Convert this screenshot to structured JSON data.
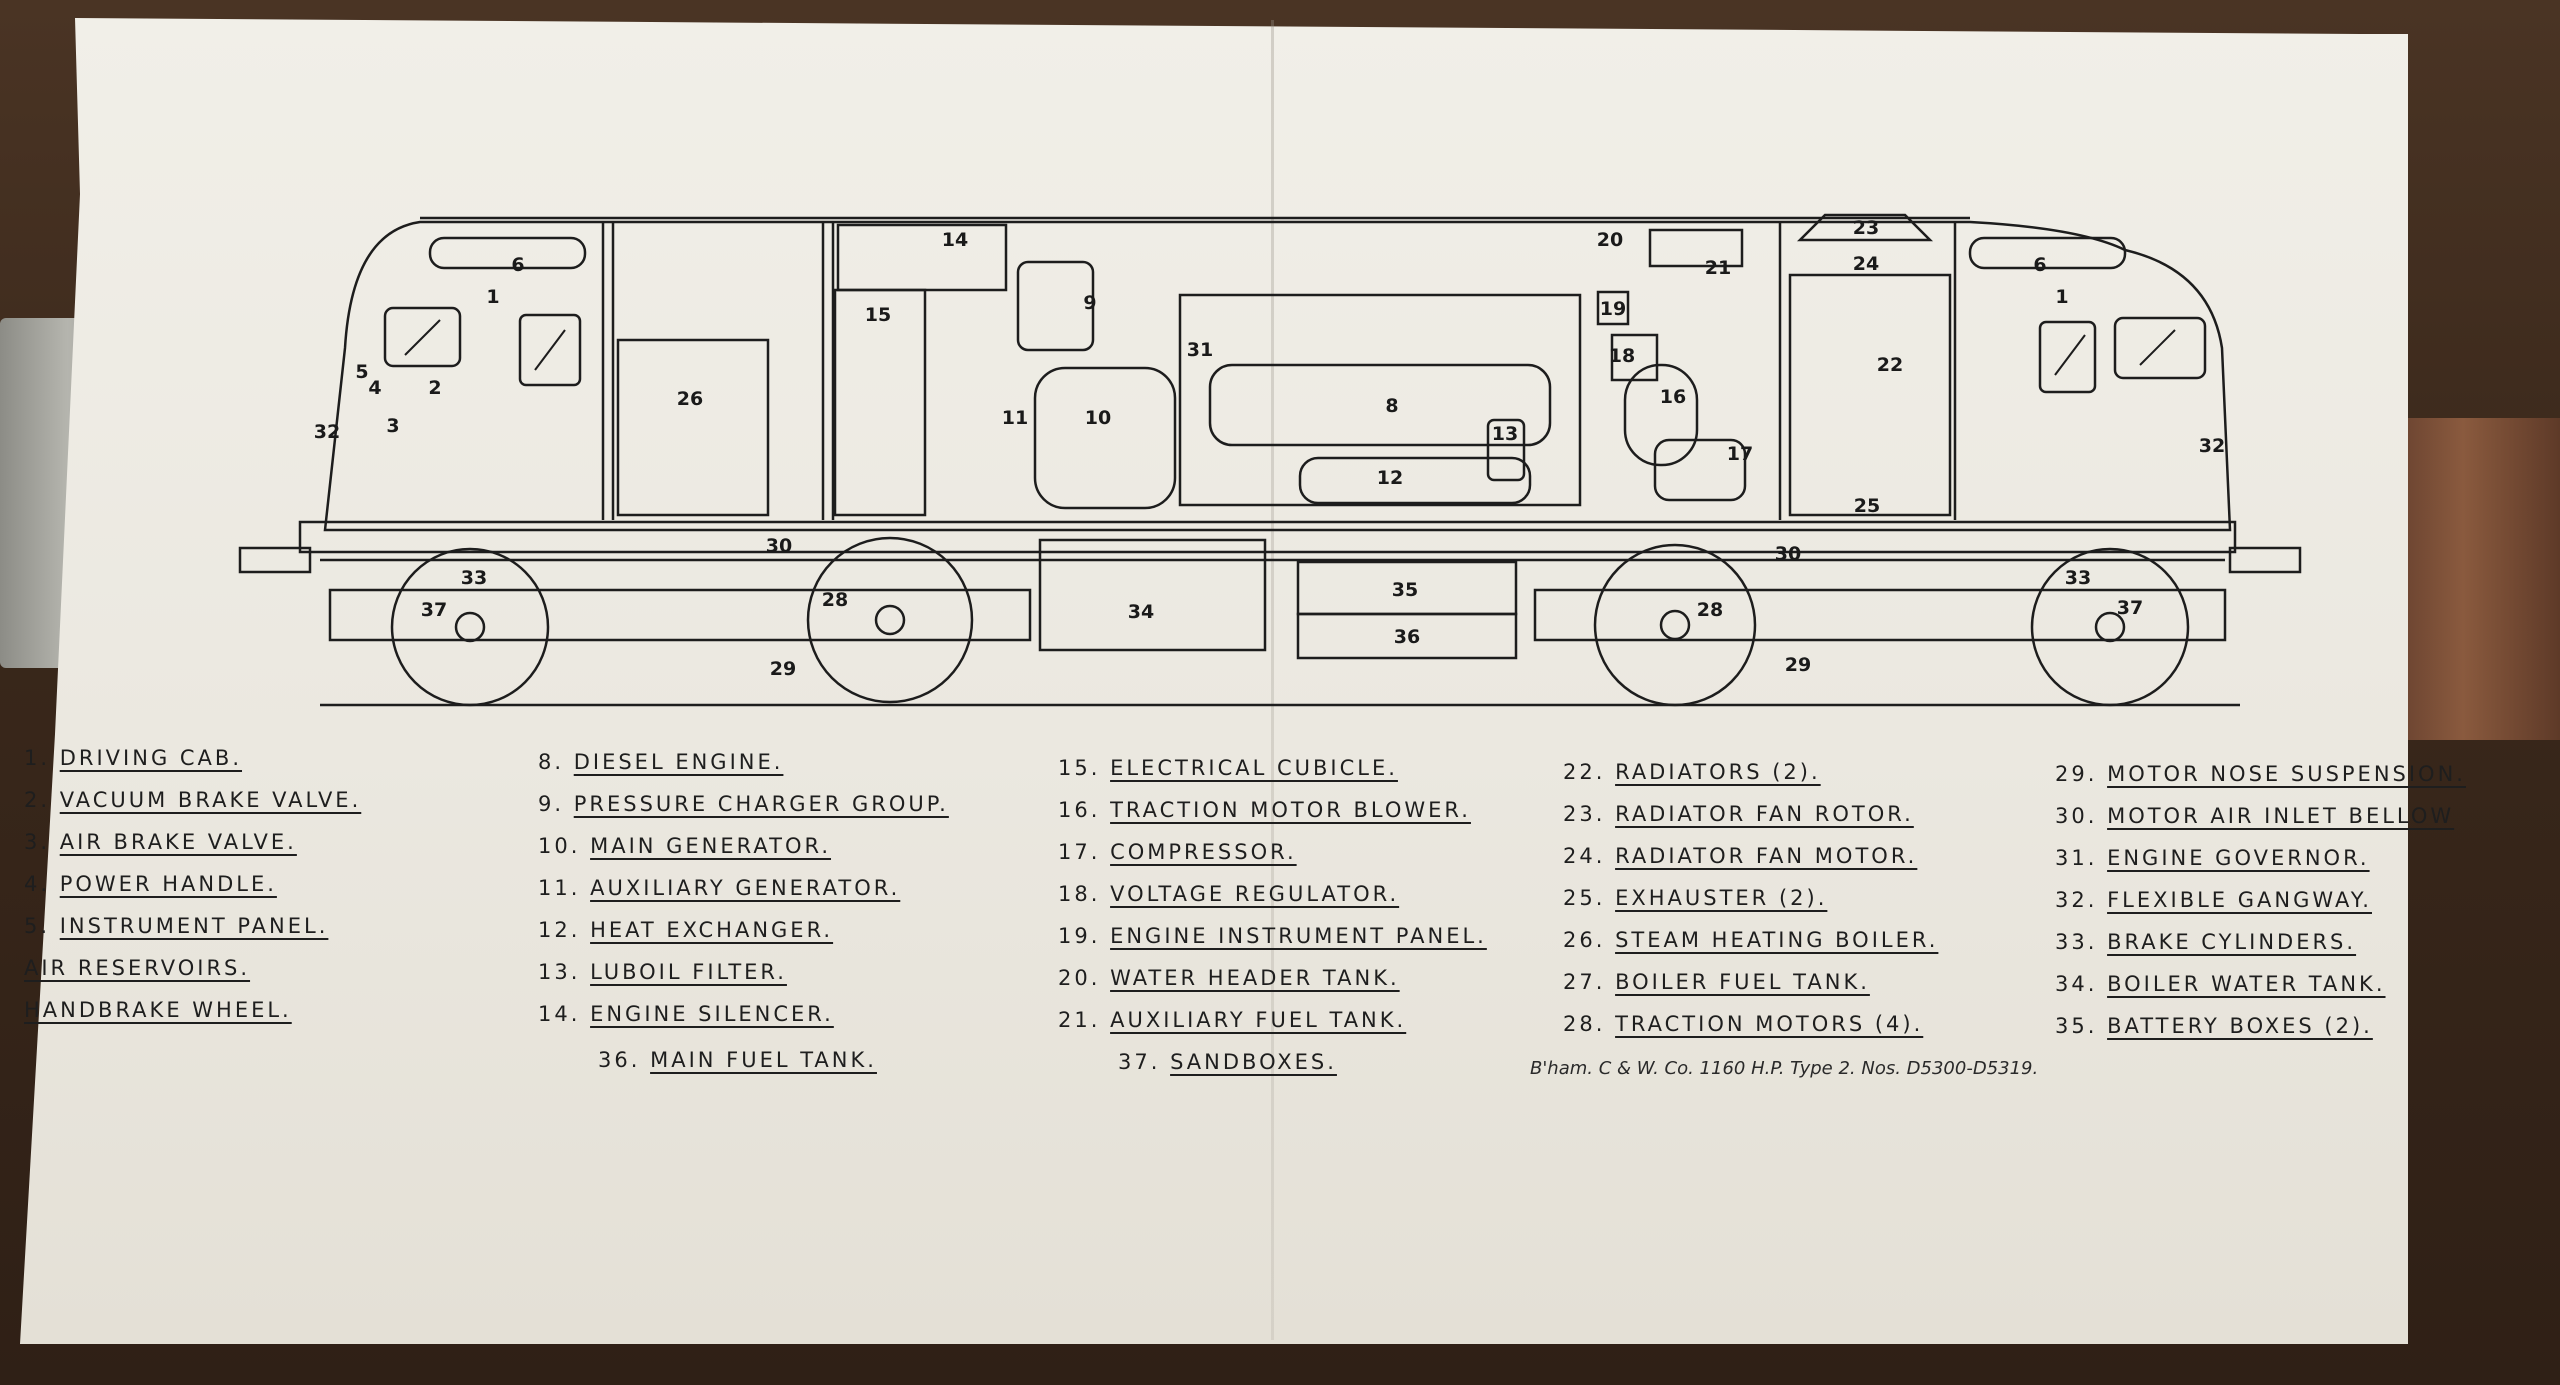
{
  "drawing": {
    "caption": "B'ham. C & W. Co. 1160 H.P. Type 2. Nos. D5300-D5319."
  },
  "part_labels": [
    {
      "text": "1"
    },
    {
      "text": "1"
    },
    {
      "text": "3"
    },
    {
      "text": "4"
    },
    {
      "text": "2"
    },
    {
      "text": "5"
    },
    {
      "text": "6"
    },
    {
      "text": "6"
    },
    {
      "text": "8"
    },
    {
      "text": "9"
    },
    {
      "text": "10"
    },
    {
      "text": "11"
    },
    {
      "text": "12"
    },
    {
      "text": "13"
    },
    {
      "text": "14"
    },
    {
      "text": "15"
    },
    {
      "text": "16"
    },
    {
      "text": "17"
    },
    {
      "text": "18"
    },
    {
      "text": "19"
    },
    {
      "text": "20"
    },
    {
      "text": "21"
    },
    {
      "text": "22"
    },
    {
      "text": "23"
    },
    {
      "text": "24"
    },
    {
      "text": "25"
    },
    {
      "text": "26"
    },
    {
      "text": "28"
    },
    {
      "text": "28"
    },
    {
      "text": "29"
    },
    {
      "text": "29"
    },
    {
      "text": "30"
    },
    {
      "text": "30"
    },
    {
      "text": "31"
    },
    {
      "text": "32"
    },
    {
      "text": "32"
    },
    {
      "text": "33"
    },
    {
      "text": "33"
    },
    {
      "text": "34"
    },
    {
      "text": "35"
    },
    {
      "text": "36"
    },
    {
      "text": "37"
    },
    {
      "text": "37"
    }
  ],
  "key": [
    {
      "num": "1.",
      "label": "DRIVING CAB."
    },
    {
      "num": "2.",
      "label": "VACUUM BRAKE VALVE."
    },
    {
      "num": "3.",
      "label": "AIR BRAKE VALVE."
    },
    {
      "num": "4.",
      "label": "POWER HANDLE."
    },
    {
      "num": "5.",
      "label": "INSTRUMENT PANEL."
    },
    {
      "num": "",
      "label": "AIR RESERVOIRS."
    },
    {
      "num": "",
      "label": "HANDBRAKE WHEEL."
    },
    {
      "num": "8.",
      "label": "DIESEL ENGINE."
    },
    {
      "num": "9.",
      "label": "PRESSURE CHARGER GROUP."
    },
    {
      "num": "10.",
      "label": "MAIN GENERATOR."
    },
    {
      "num": "11.",
      "label": "AUXILIARY GENERATOR."
    },
    {
      "num": "12.",
      "label": "HEAT EXCHANGER."
    },
    {
      "num": "13.",
      "label": "LUBOIL FILTER."
    },
    {
      "num": "14.",
      "label": "ENGINE SILENCER."
    },
    {
      "num": "36.",
      "label": "MAIN FUEL TANK."
    },
    {
      "num": "15.",
      "label": "ELECTRICAL CUBICLE."
    },
    {
      "num": "16.",
      "label": "TRACTION MOTOR BLOWER."
    },
    {
      "num": "17.",
      "label": "COMPRESSOR."
    },
    {
      "num": "18.",
      "label": "VOLTAGE REGULATOR."
    },
    {
      "num": "19.",
      "label": "ENGINE INSTRUMENT PANEL."
    },
    {
      "num": "20.",
      "label": "WATER HEADER TANK."
    },
    {
      "num": "21.",
      "label": "AUXILIARY FUEL TANK."
    },
    {
      "num": "37.",
      "label": "SANDBOXES."
    },
    {
      "num": "22.",
      "label": "RADIATORS (2)."
    },
    {
      "num": "23.",
      "label": "RADIATOR FAN ROTOR."
    },
    {
      "num": "24.",
      "label": "RADIATOR FAN MOTOR."
    },
    {
      "num": "25.",
      "label": "EXHAUSTER (2)."
    },
    {
      "num": "26.",
      "label": "STEAM HEATING BOILER."
    },
    {
      "num": "27.",
      "label": "BOILER FUEL TANK."
    },
    {
      "num": "28.",
      "label": "TRACTION MOTORS (4)."
    },
    {
      "num": "29.",
      "label": "MOTOR NOSE SUSPENSION."
    },
    {
      "num": "30.",
      "label": "MOTOR AIR INLET BELLOW"
    },
    {
      "num": "31.",
      "label": "ENGINE GOVERNOR."
    },
    {
      "num": "32.",
      "label": "FLEXIBLE GANGWAY."
    },
    {
      "num": "33.",
      "label": "BRAKE CYLINDERS."
    },
    {
      "num": "34.",
      "label": "BOILER WATER TANK."
    },
    {
      "num": "35.",
      "label": "BATTERY BOXES (2)."
    }
  ]
}
